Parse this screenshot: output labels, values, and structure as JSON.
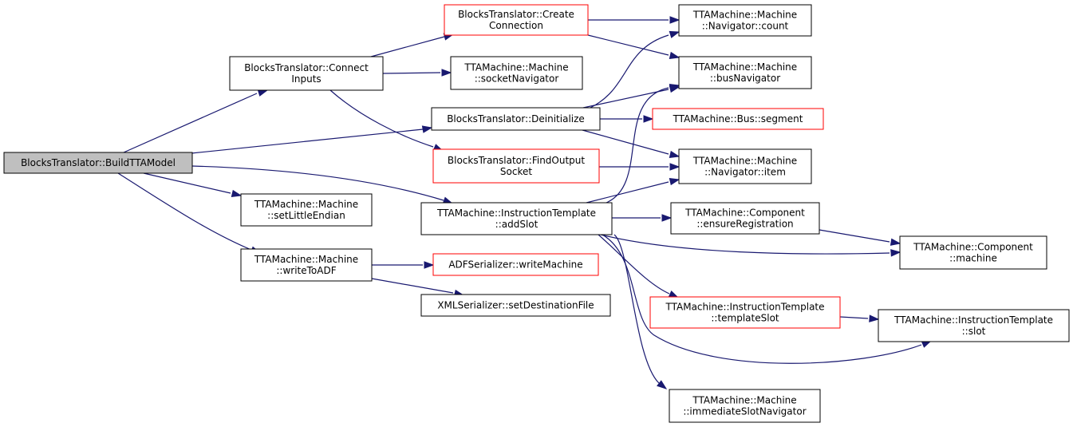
{
  "colors": {
    "edge": "#191970",
    "border_default": "#000000",
    "border_highlight": "#ff0000",
    "fill_default": "#ffffff",
    "fill_root": "#bfbfbf"
  },
  "nodes": [
    {
      "id": "build",
      "lines": [
        "BlocksTranslator::BuildTTAModel"
      ],
      "style": "root"
    },
    {
      "id": "connect_inputs",
      "lines": [
        "BlocksTranslator::Connect",
        "Inputs"
      ],
      "style": "default"
    },
    {
      "id": "create_connection",
      "lines": [
        "BlocksTranslator::Create",
        "Connection"
      ],
      "style": "highlight"
    },
    {
      "id": "socket_navigator",
      "lines": [
        "TTAMachine::Machine",
        "::socketNavigator"
      ],
      "style": "default"
    },
    {
      "id": "deinitialize",
      "lines": [
        "BlocksTranslator::Deinitialize"
      ],
      "style": "default"
    },
    {
      "id": "find_output_socket",
      "lines": [
        "BlocksTranslator::FindOutput",
        "Socket"
      ],
      "style": "highlight"
    },
    {
      "id": "add_slot",
      "lines": [
        "TTAMachine::InstructionTemplate",
        "::addSlot"
      ],
      "style": "default"
    },
    {
      "id": "set_little_endian",
      "lines": [
        "TTAMachine::Machine",
        "::setLittleEndian"
      ],
      "style": "default"
    },
    {
      "id": "write_to_adf",
      "lines": [
        "TTAMachine::Machine",
        "::writeToADF"
      ],
      "style": "default"
    },
    {
      "id": "adf_write_machine",
      "lines": [
        "ADFSerializer::writeMachine"
      ],
      "style": "highlight"
    },
    {
      "id": "xml_set_destination",
      "lines": [
        "XMLSerializer::setDestinationFile"
      ],
      "style": "default"
    },
    {
      "id": "navigator_count",
      "lines": [
        "TTAMachine::Machine",
        "::Navigator::count"
      ],
      "style": "default"
    },
    {
      "id": "bus_navigator",
      "lines": [
        "TTAMachine::Machine",
        "::busNavigator"
      ],
      "style": "default"
    },
    {
      "id": "bus_segment",
      "lines": [
        "TTAMachine::Bus::segment"
      ],
      "style": "highlight"
    },
    {
      "id": "navigator_item",
      "lines": [
        "TTAMachine::Machine",
        "::Navigator::item"
      ],
      "style": "default"
    },
    {
      "id": "ensure_registration",
      "lines": [
        "TTAMachine::Component",
        "::ensureRegistration"
      ],
      "style": "default"
    },
    {
      "id": "component_machine",
      "lines": [
        "TTAMachine::Component",
        "::machine"
      ],
      "style": "default"
    },
    {
      "id": "template_slot",
      "lines": [
        "TTAMachine::InstructionTemplate",
        "::templateSlot"
      ],
      "style": "highlight"
    },
    {
      "id": "it_slot",
      "lines": [
        "TTAMachine::InstructionTemplate",
        "::slot"
      ],
      "style": "default"
    },
    {
      "id": "immediate_slot_navigator",
      "lines": [
        "TTAMachine::Machine",
        "::immediateSlotNavigator"
      ],
      "style": "default"
    }
  ],
  "edges": [
    {
      "from": "build",
      "to": "connect_inputs"
    },
    {
      "from": "build",
      "to": "deinitialize"
    },
    {
      "from": "build",
      "to": "add_slot"
    },
    {
      "from": "build",
      "to": "set_little_endian"
    },
    {
      "from": "build",
      "to": "write_to_adf"
    },
    {
      "from": "connect_inputs",
      "to": "create_connection"
    },
    {
      "from": "connect_inputs",
      "to": "socket_navigator"
    },
    {
      "from": "connect_inputs",
      "to": "find_output_socket"
    },
    {
      "from": "create_connection",
      "to": "navigator_count"
    },
    {
      "from": "create_connection",
      "to": "bus_navigator"
    },
    {
      "from": "deinitialize",
      "to": "navigator_count"
    },
    {
      "from": "deinitialize",
      "to": "bus_navigator"
    },
    {
      "from": "deinitialize",
      "to": "bus_segment"
    },
    {
      "from": "deinitialize",
      "to": "navigator_item"
    },
    {
      "from": "find_output_socket",
      "to": "navigator_item"
    },
    {
      "from": "add_slot",
      "to": "bus_navigator"
    },
    {
      "from": "add_slot",
      "to": "navigator_item"
    },
    {
      "from": "add_slot",
      "to": "ensure_registration"
    },
    {
      "from": "add_slot",
      "to": "component_machine"
    },
    {
      "from": "add_slot",
      "to": "template_slot"
    },
    {
      "from": "add_slot",
      "to": "it_slot"
    },
    {
      "from": "add_slot",
      "to": "immediate_slot_navigator"
    },
    {
      "from": "ensure_registration",
      "to": "component_machine"
    },
    {
      "from": "template_slot",
      "to": "it_slot"
    },
    {
      "from": "write_to_adf",
      "to": "adf_write_machine"
    },
    {
      "from": "write_to_adf",
      "to": "xml_set_destination"
    }
  ]
}
